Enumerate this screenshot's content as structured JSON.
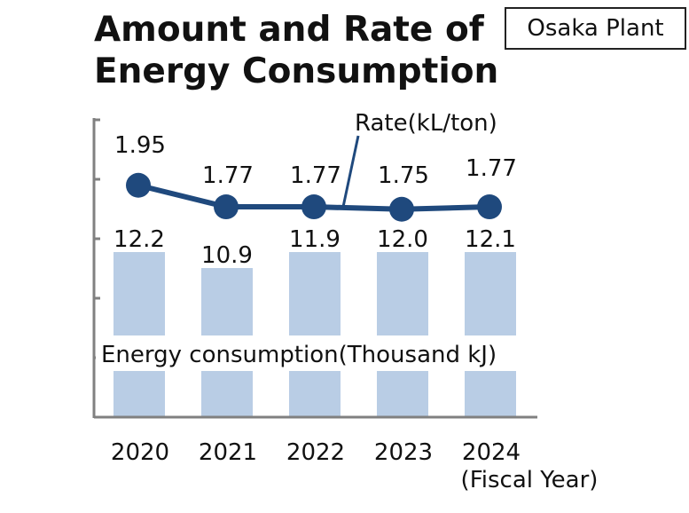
{
  "title": {
    "line1": "Amount and Rate of",
    "line2": "Energy Consumption"
  },
  "plant": "Osaka Plant",
  "chart_data": {
    "type": "bar",
    "categories": [
      "2020",
      "2021",
      "2022",
      "2023",
      "2024"
    ],
    "x_unit": "(Fiscal Year)",
    "series": [
      {
        "name": "Energy consumption(Thousand kJ)",
        "kind": "bar",
        "values": [
          12.2,
          10.9,
          11.9,
          12.0,
          12.1
        ],
        "labels": [
          "12.2",
          "10.9",
          "11.9",
          "12.0",
          "12.1"
        ],
        "color": "#b9cde5"
      },
      {
        "name": "Rate(kL/ton)",
        "kind": "line",
        "values": [
          1.95,
          1.77,
          1.77,
          1.75,
          1.77
        ],
        "labels": [
          "1.95",
          "1.77",
          "1.77",
          "1.75",
          "1.77"
        ],
        "color": "#1f497d"
      }
    ],
    "bar_ylim": [
      0,
      20
    ],
    "line_ylim": [
      0,
      4
    ],
    "grid": false
  }
}
